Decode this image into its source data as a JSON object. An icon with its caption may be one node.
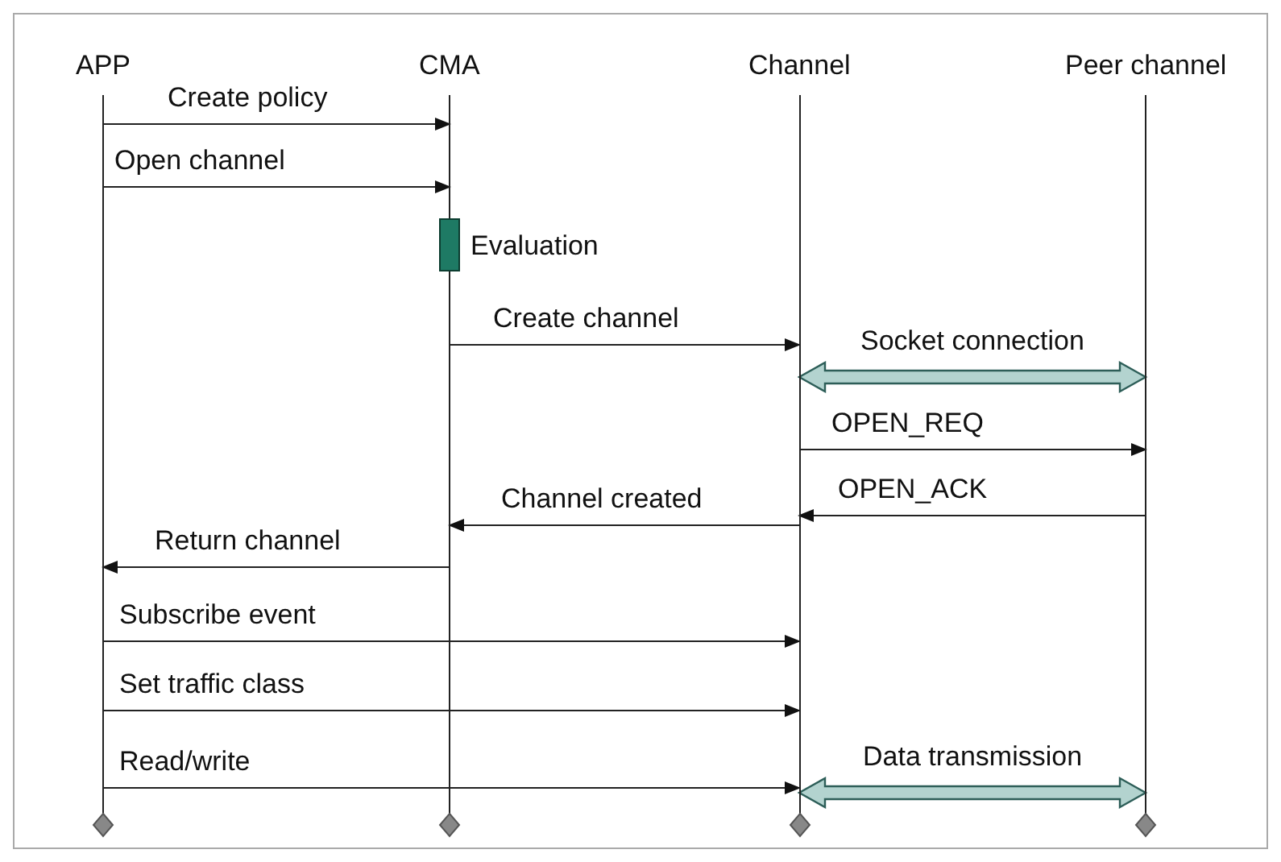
{
  "diagram": {
    "nodes": [
      {
        "text": [
          "APP"
        ]
      },
      {
        "text": [
          "CMA"
        ]
      },
      {
        "text": [
          "Channel"
        ]
      },
      {
        "text": [
          "Peer channel"
        ]
      },
      {
        "text": [],
        "shape": "bar",
        "beside": [
          "Evaluation"
        ],
        "in": 1
      }
    ],
    "edges": [
      {
        "from": 0,
        "to": 1,
        "arrow": "to",
        "label": "Create policy"
      },
      {
        "from": 0,
        "to": 1,
        "arrow": "to",
        "label": "Open channel"
      },
      {
        "from": 1,
        "to": 2,
        "arrow": "to",
        "label": "Create channel"
      },
      {
        "from": 2,
        "to": 3,
        "arrow": "both",
        "label": "Socket connection",
        "style": "thick"
      },
      {
        "from": 2,
        "to": 3,
        "arrow": "to",
        "label": "OPEN_REQ"
      },
      {
        "from": 3,
        "to": 2,
        "arrow": "to",
        "label": "OPEN_ACK"
      },
      {
        "from": 2,
        "to": 1,
        "arrow": "to",
        "label": "Channel created"
      },
      {
        "from": 1,
        "to": 0,
        "arrow": "to",
        "label": "Return channel"
      },
      {
        "from": 0,
        "to": 2,
        "arrow": "to",
        "label": "Subscribe event"
      },
      {
        "from": 0,
        "to": 2,
        "arrow": "to",
        "label": "Set traffic class"
      },
      {
        "from": 0,
        "to": 2,
        "arrow": "to",
        "label": "Read/write"
      },
      {
        "from": 2,
        "to": 3,
        "arrow": "both",
        "label": "Data transmission",
        "style": "thick"
      }
    ]
  }
}
